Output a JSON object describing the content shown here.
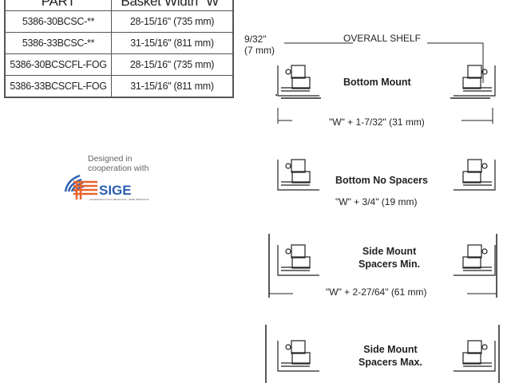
{
  "table": {
    "headers": [
      "PART",
      "Basket Width \"W\""
    ],
    "rows": [
      [
        "5386-30BCSC-**",
        "28-15/16\" (735 mm)"
      ],
      [
        "5386-33BCSC-**",
        "31-15/16\" (811 mm)"
      ],
      [
        "5386-30BCSCFL-FOG",
        "28-15/16\" (735 mm)"
      ],
      [
        "5386-33BCSCFL-FOG",
        "31-15/16\" (811 mm)"
      ]
    ]
  },
  "logo": {
    "line1": "Designed in",
    "line2": "cooperation with",
    "brand": "SIGE",
    "tagline": "ACCESSORI IN FILO METALLICO - WIRE PRODUCTS",
    "colors": {
      "blue": "#2b5fb0",
      "orange": "#e8642c"
    }
  },
  "diagram": {
    "offset_label_1": "9/32\"",
    "offset_label_2": "(7 mm)",
    "overall_label": "OVERALL SHELF",
    "configs": [
      {
        "name": "Bottom Mount",
        "dimension": "\"W\" + 1-7/32\" (31 mm)"
      },
      {
        "name": "Bottom No Spacers",
        "dimension": "\"W\" + 3/4\" (19 mm)"
      },
      {
        "name_1": "Side Mount",
        "name_2": "Spacers Min.",
        "dimension": "\"W\" + 2-27/64\" (61 mm)"
      },
      {
        "name_1": "Side Mount",
        "name_2": "Spacers Max."
      }
    ]
  }
}
